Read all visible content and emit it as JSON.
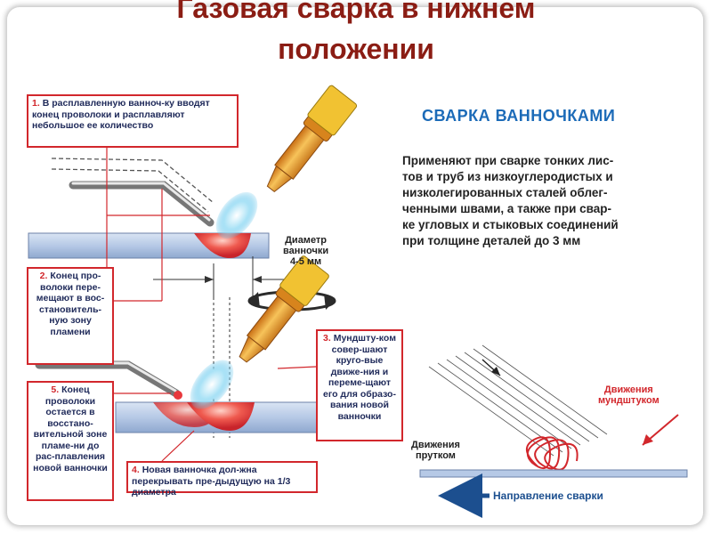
{
  "title": {
    "line1": "Газовая сварка в нижнем",
    "line2": "положении"
  },
  "diagram": {
    "heading": "СВАРКА ВАННОЧКАМИ",
    "description_lines": [
      "Применяют при сварке тонких лис-",
      "тов и труб из низкоуглеродистых и",
      "низколегированных сталей облег-",
      "ченными швами, а также при свар-",
      "ке угловых и стыковых соединений",
      "при толщине деталей до 3 мм"
    ],
    "step1": {
      "num": "1.",
      "text": "В расплавленную ванноч-ку вводят конец проволоки и расплавляют небольшое ее количество"
    },
    "step2": {
      "num": "2.",
      "text": "Конец про-волоки пере-мещают в вос-становитель-ную зону пламени"
    },
    "step3": {
      "num": "3.",
      "text": "Мундшту-ком совер-шают круго-вые движе-ния и переме-щают его для образо-вания новой ванночки"
    },
    "step4": {
      "num": "4.",
      "text": "Новая ванночка дол-жна перекрывать пре-дыдущую на 1/3 диаметра"
    },
    "step5": {
      "num": "5.",
      "text": "Конец проволоки остается в восстано-вительной зоне пламе-ни до рас-плавления новой ванночки"
    },
    "diameter_label": {
      "line1": "Диаметр",
      "line2": "ванночки",
      "line3": "4-5 мм"
    },
    "rod_motion_label": {
      "line1": "Движения",
      "line2": "прутком"
    },
    "nozzle_motion_label": {
      "line1": "Движения",
      "line2": "мундштуком"
    },
    "direction_label": "Направление сварки"
  },
  "colors": {
    "title": "#8b1d14",
    "callout_border": "#d2272c",
    "heading": "#1c6bb8",
    "plate": "#bccde6",
    "nozzle": "#f0a43a",
    "flame": "#7fd0f0",
    "pool": "#e8383d"
  }
}
